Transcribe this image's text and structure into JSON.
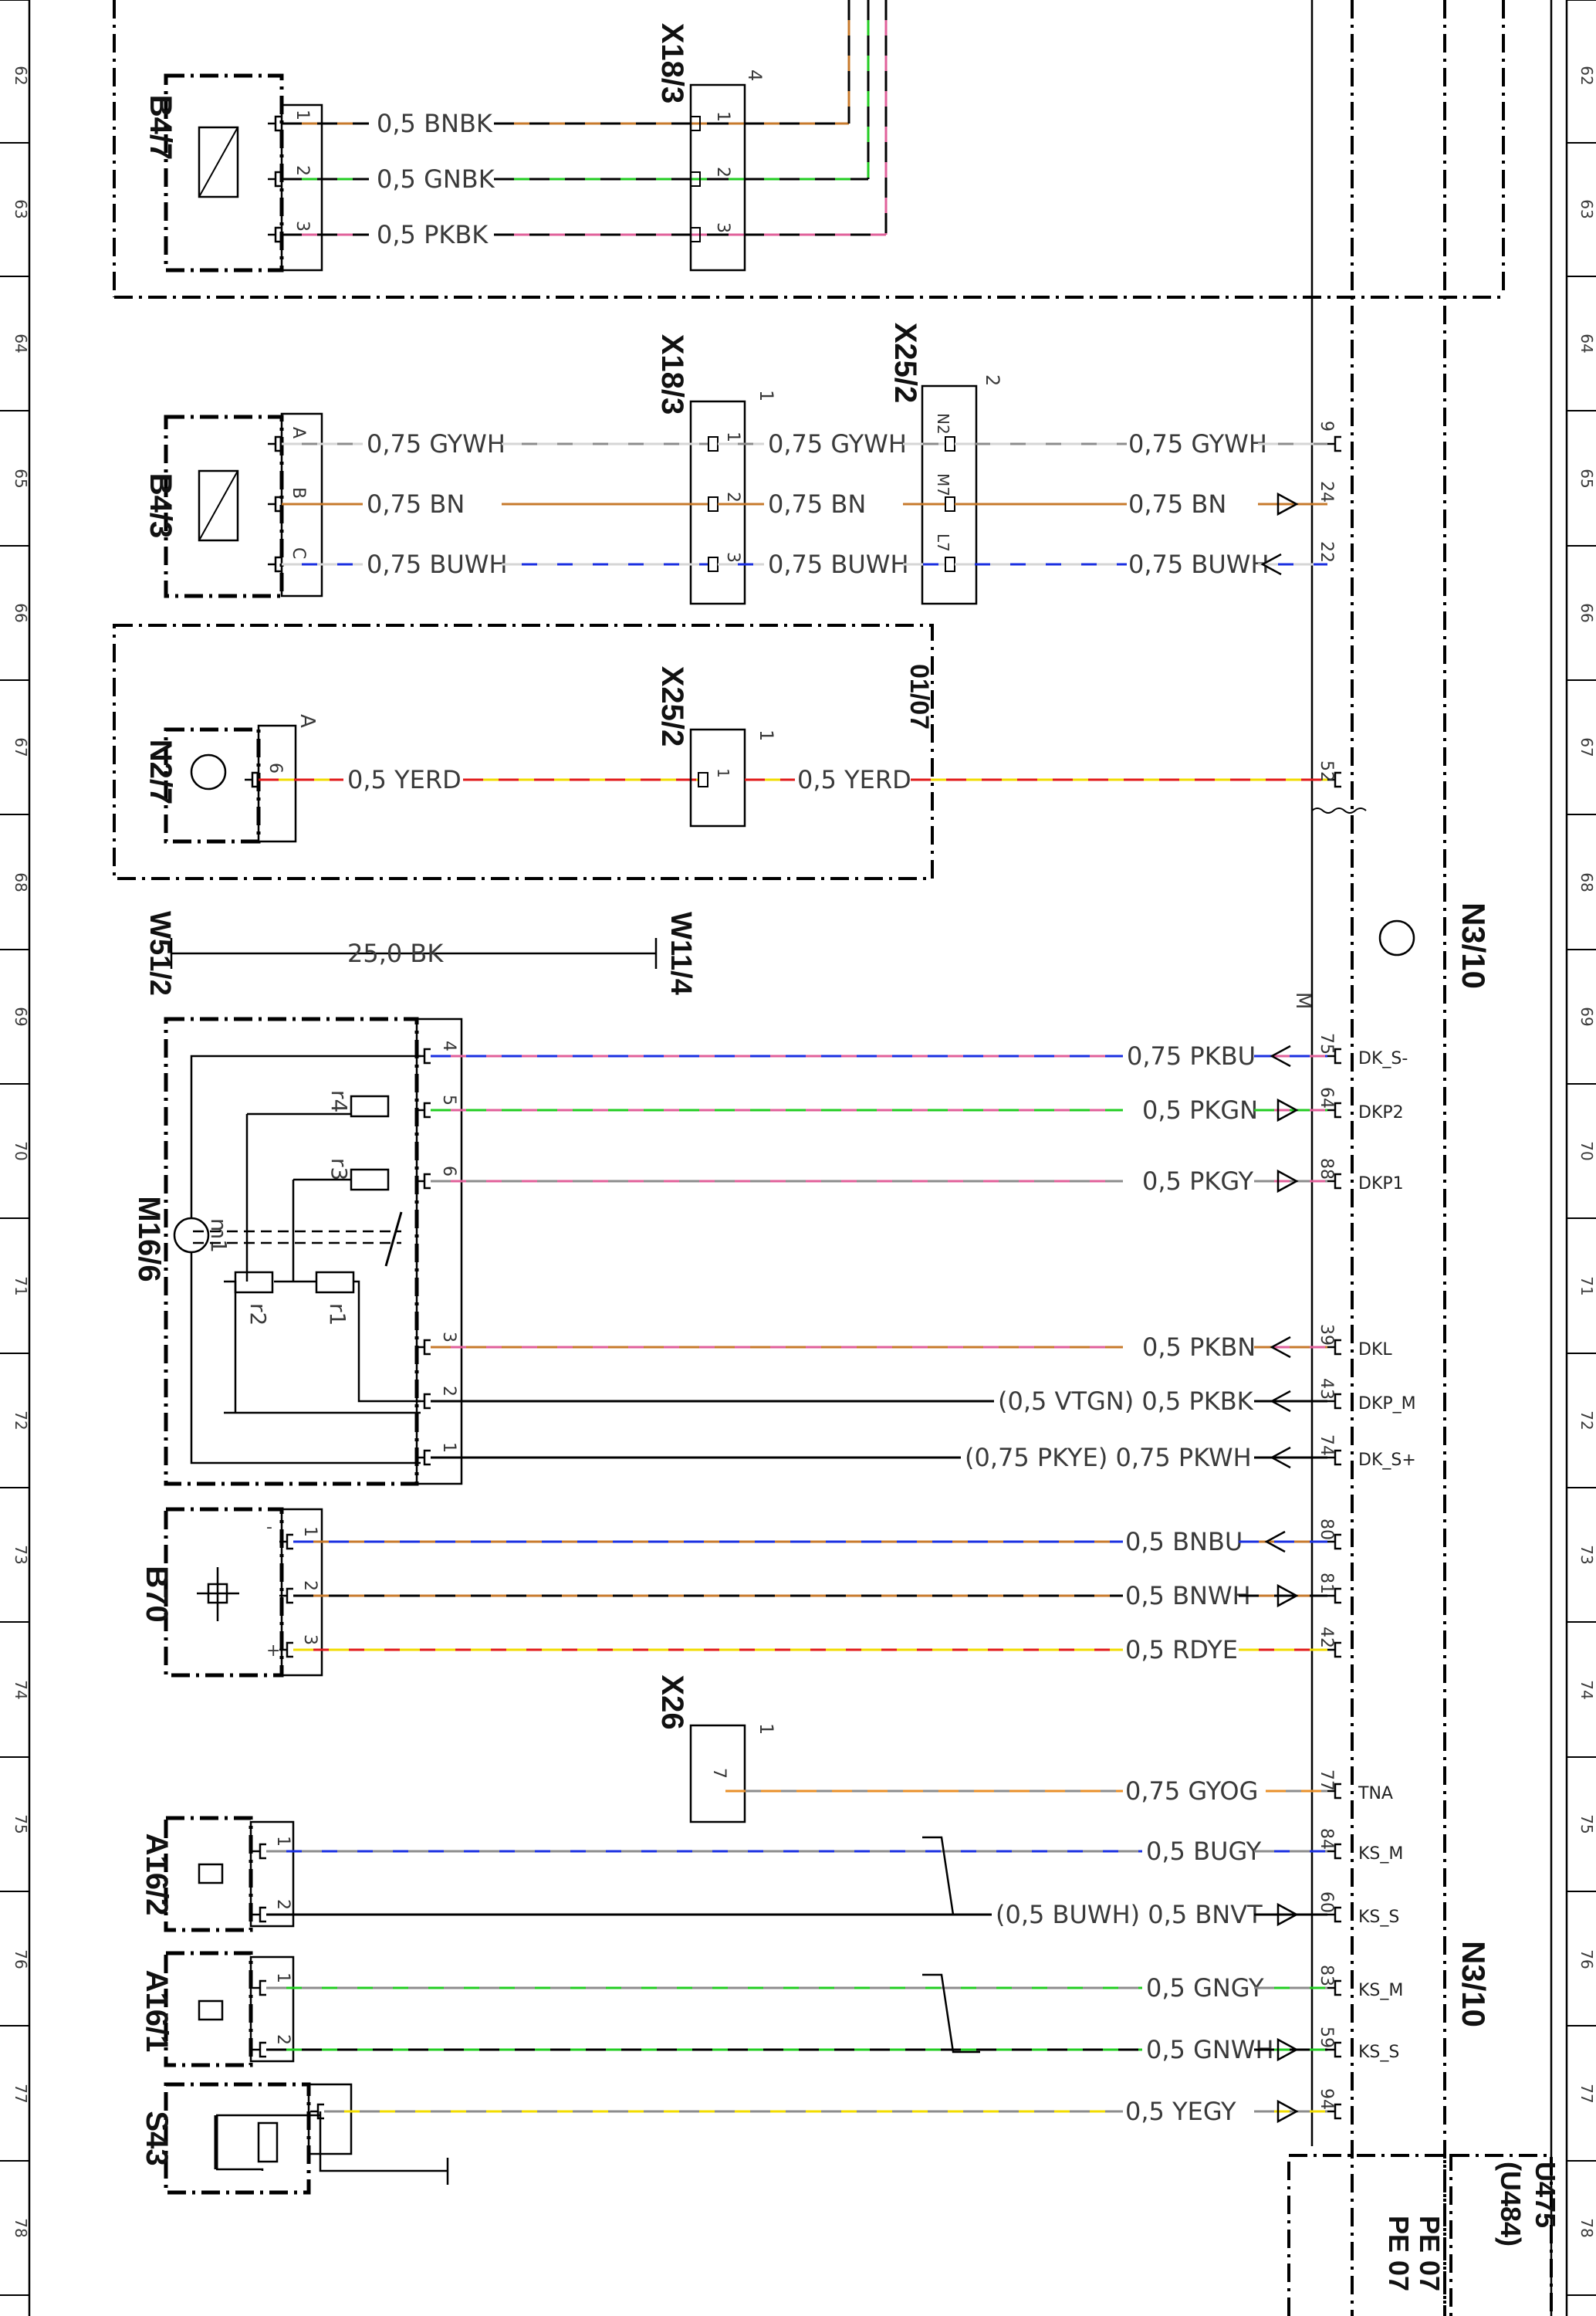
{
  "ruler_numbers": [
    "62",
    "63",
    "64",
    "65",
    "66",
    "67",
    "68",
    "69",
    "70",
    "71",
    "72",
    "73",
    "74",
    "75",
    "76",
    "77",
    "78"
  ],
  "colors": {
    "BK": "#000000",
    "BN": "#c77a2c",
    "GN": "#22cc22",
    "PK": "#e0609a",
    "GY": "#8c8c8c",
    "WH": "#d6d6d6",
    "BU": "#1a2fe0",
    "YE": "#f2dc00",
    "RD": "#e01a1a",
    "OG": "#e8902a",
    "VT": "#9b2fd0"
  },
  "components": {
    "b4_7": "B4/7",
    "b4_3": "B4/3",
    "n2_7": "N2/7",
    "w51_2": "W51/2",
    "w11_4": "W11/4",
    "m16_6": "M16/6",
    "b70": "B70",
    "a16_2": "A16/2",
    "a16_1": "A16/1",
    "s43": "S43",
    "n3_10_a": "N3/10",
    "n3_10_b": "N3/10",
    "u475": "U475",
    "u484": "(U484)"
  },
  "connectors": {
    "x18_3_a": "X18/3",
    "x18_3_b": "X18/3",
    "x25_2_a": "X25/2",
    "x25_2_b": "X25/2",
    "x26": "X26",
    "x18_3_a_num": "4",
    "x18_3_b_num": "1",
    "x25_2_a_num": "2",
    "x25_2_b_num": "1",
    "x26_num": "1",
    "n2_7_pin": "A",
    "n3_10_pin": "M",
    "ref_0107": "01/07"
  },
  "b4_7_wires": [
    {
      "pin": "1",
      "label": "0,5  BNBK",
      "xpin": "1",
      "colors": [
        "BN",
        "BK"
      ]
    },
    {
      "pin": "2",
      "label": "0,5  GNBK",
      "xpin": "2",
      "colors": [
        "GN",
        "BK"
      ]
    },
    {
      "pin": "3",
      "label": "0,5  PKBK",
      "xpin": "3",
      "colors": [
        "PK",
        "BK"
      ]
    }
  ],
  "b4_3_wires": [
    {
      "pin": "A",
      "label1": "0,75  GYWH",
      "xpin": "1",
      "label2": "0,75  GYWH",
      "x25pin": "N2",
      "label3": "0,75  GYWH",
      "npin": "9",
      "colors": [
        "GY",
        "WH"
      ]
    },
    {
      "pin": "B",
      "label1": "0,75  BN",
      "xpin": "2",
      "label2": "0,75  BN",
      "x25pin": "M7",
      "label3": "0,75  BN",
      "npin": "24",
      "colors": [
        "BN",
        "BN"
      ]
    },
    {
      "pin": "C",
      "label1": "0,75  BUWH",
      "xpin": "3",
      "label2": "0,75  BUWH",
      "x25pin": "L7",
      "label3": "0,75  BUWH",
      "npin": "22",
      "colors": [
        "BU",
        "WH"
      ]
    }
  ],
  "n2_7_wire": {
    "pin": "6",
    "label1": "0,5  YERD",
    "xpin": "1",
    "label2": "0,5  YERD",
    "npin": "52"
  },
  "w51_wire": {
    "label": "25,0  BK"
  },
  "m16_6_wires": [
    {
      "pin": "4",
      "label": "0,75  PKBU",
      "npin": "75",
      "sig": "DK_S-",
      "colors": [
        "PK",
        "BU"
      ]
    },
    {
      "pin": "5",
      "label": "0,5  PKGN",
      "npin": "64",
      "sig": "DKP2",
      "colors": [
        "PK",
        "GN"
      ]
    },
    {
      "pin": "6",
      "label": "0,5  PKGY",
      "npin": "88",
      "sig": "DKP1",
      "colors": [
        "PK",
        "GY"
      ]
    },
    {
      "pin": "3",
      "label": "0,5  PKBN",
      "npin": "39",
      "sig": "DKL",
      "colors": [
        "PK",
        "BN"
      ]
    },
    {
      "pin": "2",
      "label": "(0,5  VTGN)  0,5  PKBK",
      "npin": "43",
      "sig": "DKP_M",
      "colors": [
        "BK",
        "BK"
      ]
    },
    {
      "pin": "1",
      "label": "(0,75  PKYE)  0,75  PKWH",
      "npin": "74",
      "sig": "DK_S+",
      "colors": [
        "BK",
        "BK"
      ]
    }
  ],
  "m16_6_internal": {
    "m1": "m1",
    "r1": "r1",
    "r2": "r2",
    "r3": "r3",
    "r4": "r4",
    "motor": "M"
  },
  "b70_wires": [
    {
      "pin": "1",
      "label": "0,5  BNBU",
      "npin": "80",
      "colors": [
        "BN",
        "BU"
      ]
    },
    {
      "pin": "2",
      "label": "0,5  BNWH",
      "npin": "81",
      "colors": [
        "BN",
        "BK"
      ]
    },
    {
      "pin": "3",
      "label": "0,5  RDYE",
      "npin": "42",
      "colors": [
        "RD",
        "YE"
      ]
    }
  ],
  "b70_signs": {
    "minus": "-",
    "plus": "+"
  },
  "x26_wire": {
    "xpin": "7",
    "label": "0,75  GYOG",
    "npin": "77",
    "sig": "TNA"
  },
  "a16_2_wires": [
    {
      "pin": "1",
      "label": "0,5  BUGY",
      "npin": "84",
      "sig": "KS_M",
      "colors": [
        "BU",
        "GY"
      ]
    },
    {
      "pin": "2",
      "label": "(0,5  BUWH)  0,5  BNVT",
      "npin": "60",
      "sig": "KS_S",
      "colors": [
        "BK",
        "BK"
      ]
    }
  ],
  "a16_1_wires": [
    {
      "pin": "1",
      "label": "0,5  GNGY",
      "npin": "83",
      "sig": "KS_M",
      "colors": [
        "GN",
        "GY"
      ]
    },
    {
      "pin": "2",
      "label": "0,5  GNWH",
      "npin": "59",
      "sig": "KS_S",
      "colors": [
        "GN",
        "BK"
      ]
    }
  ],
  "s43_wire": {
    "label": "0,5  YEGY",
    "npin": "94"
  },
  "footer": {
    "pe1": "PE 07",
    "pe2": "PE 07"
  }
}
